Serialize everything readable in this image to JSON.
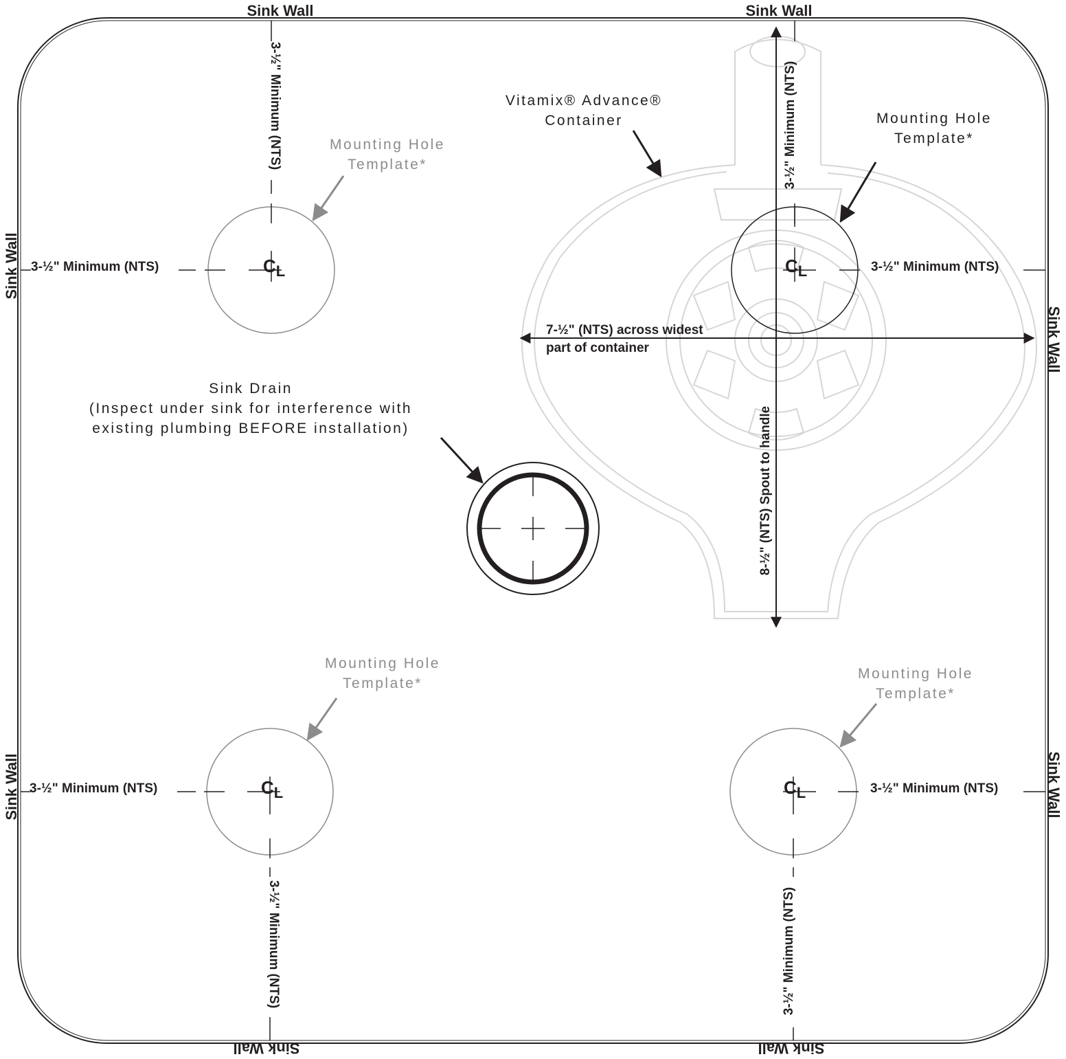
{
  "sink_wall": "Sink Wall",
  "min_dim": "3-½\" Minimum (NTS)",
  "mounting_hole": {
    "line1": "Mounting Hole",
    "line2": "Template*"
  },
  "container": {
    "line1": "Vitamix® Advance®",
    "line2": "Container"
  },
  "width_dim": {
    "line1": "7-½\" (NTS) across widest",
    "line2": "part of container"
  },
  "height_dim": "8-½\" (NTS) Spout to handle",
  "drain": {
    "line1": "Sink Drain",
    "line2": "(Inspect under sink for interference with",
    "line3": "existing plumbing BEFORE installation)"
  },
  "centerline_mark": "C",
  "centerline_sub": "L",
  "colors": {
    "ink": "#231f20",
    "gray": "#8c8c8c",
    "faint": "#d8d8d8"
  }
}
